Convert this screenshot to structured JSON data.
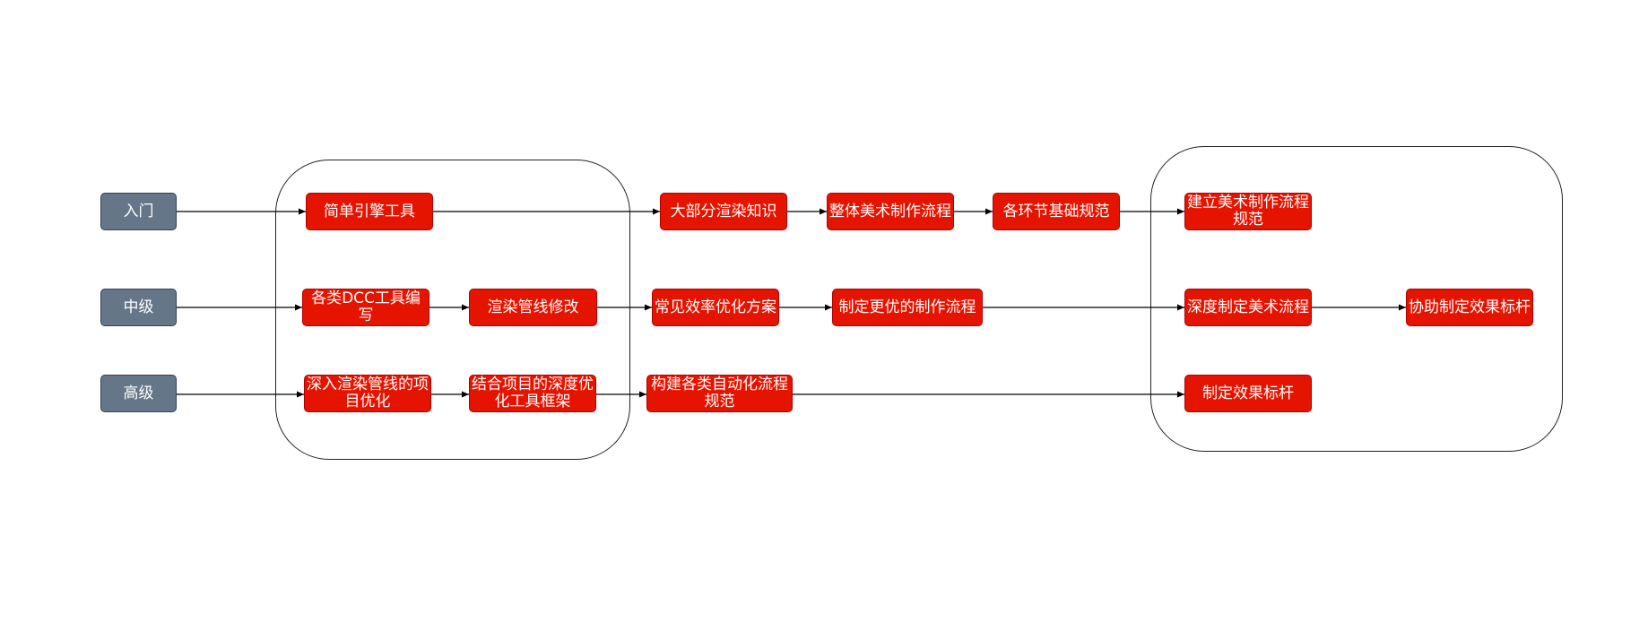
{
  "colors": {
    "level_fill": "#647687",
    "level_border": "#314354",
    "task_fill": "#e51400",
    "task_border": "#b20000",
    "text": "#ffffff",
    "line": "#000000"
  },
  "levels": {
    "entry": "入门",
    "mid": "中级",
    "senior": "高级"
  },
  "tasks": {
    "t1": "简单引擎工具",
    "t2": "大部分渲染知识",
    "t3": "整体美术制作流程",
    "t4": "各环节基础规范",
    "t5": "建立美术制作流程规范",
    "t6": "各类DCC工具编写",
    "t7": "渲染管线修改",
    "t8": "常见效率优化方案",
    "t9": "制定更优的制作流程",
    "t10": "深度制定美术流程",
    "t11": "协助制定效果标杆",
    "t12": "深入渲染管线的项目优化",
    "t13": "结合项目的深度优化工具框架",
    "t14": "构建各类自动化流程规范",
    "t15": "制定效果标杆"
  }
}
